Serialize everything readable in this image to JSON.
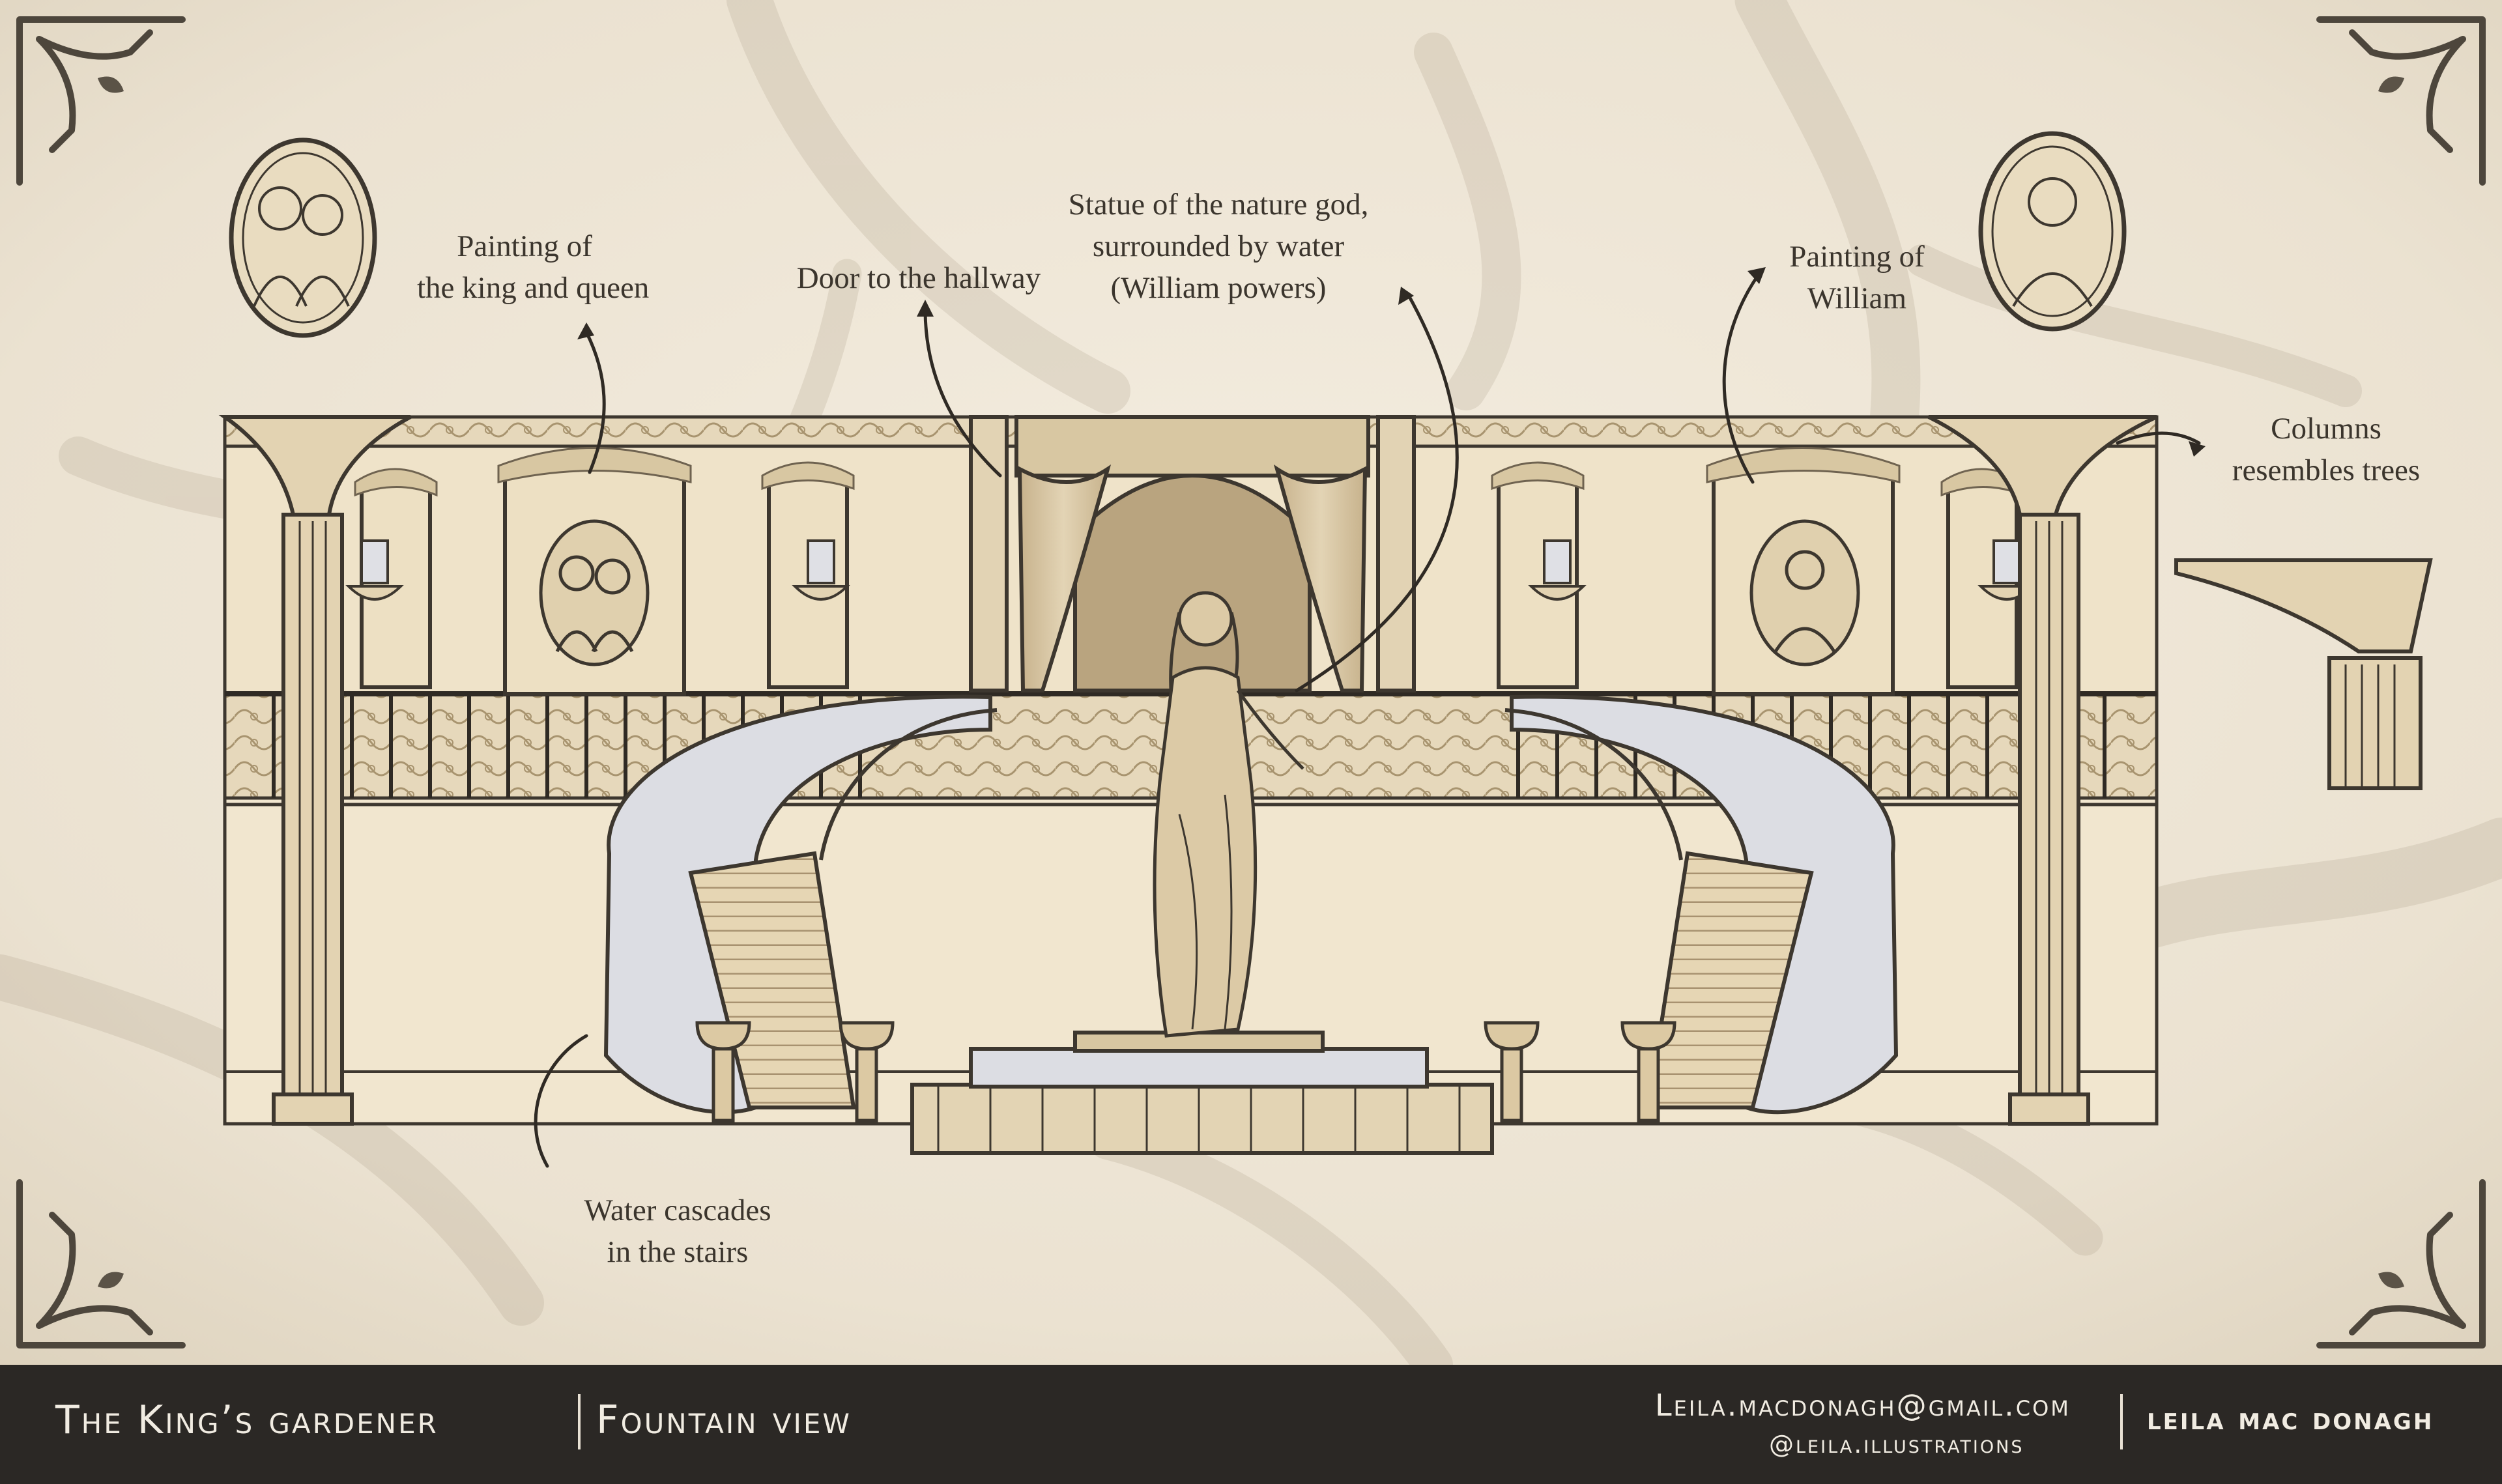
{
  "annotations": {
    "king_queen": [
      "Painting of",
      "the king and queen"
    ],
    "door": [
      "Door to the hallway"
    ],
    "statue": [
      "Statue of the nature god,",
      "surrounded by water",
      "(William powers)"
    ],
    "william": [
      "Painting of",
      "William"
    ],
    "columns": [
      "Columns",
      "resembles trees"
    ],
    "water": [
      "Water cascades",
      "in the stairs"
    ]
  },
  "footer": {
    "project": "The King’s gardener",
    "view": "Fountain view",
    "email": "Leila.macdonagh@gmail.com",
    "handle": "@leila.illustrations",
    "author": "leila mac donagh"
  },
  "colors": {
    "background": "#ece3d3",
    "line": "#3d372f",
    "stone": "#e2d3b4",
    "stone_dark": "#c9b48e",
    "water": "#dcdde2",
    "footer": "#2b2825"
  }
}
